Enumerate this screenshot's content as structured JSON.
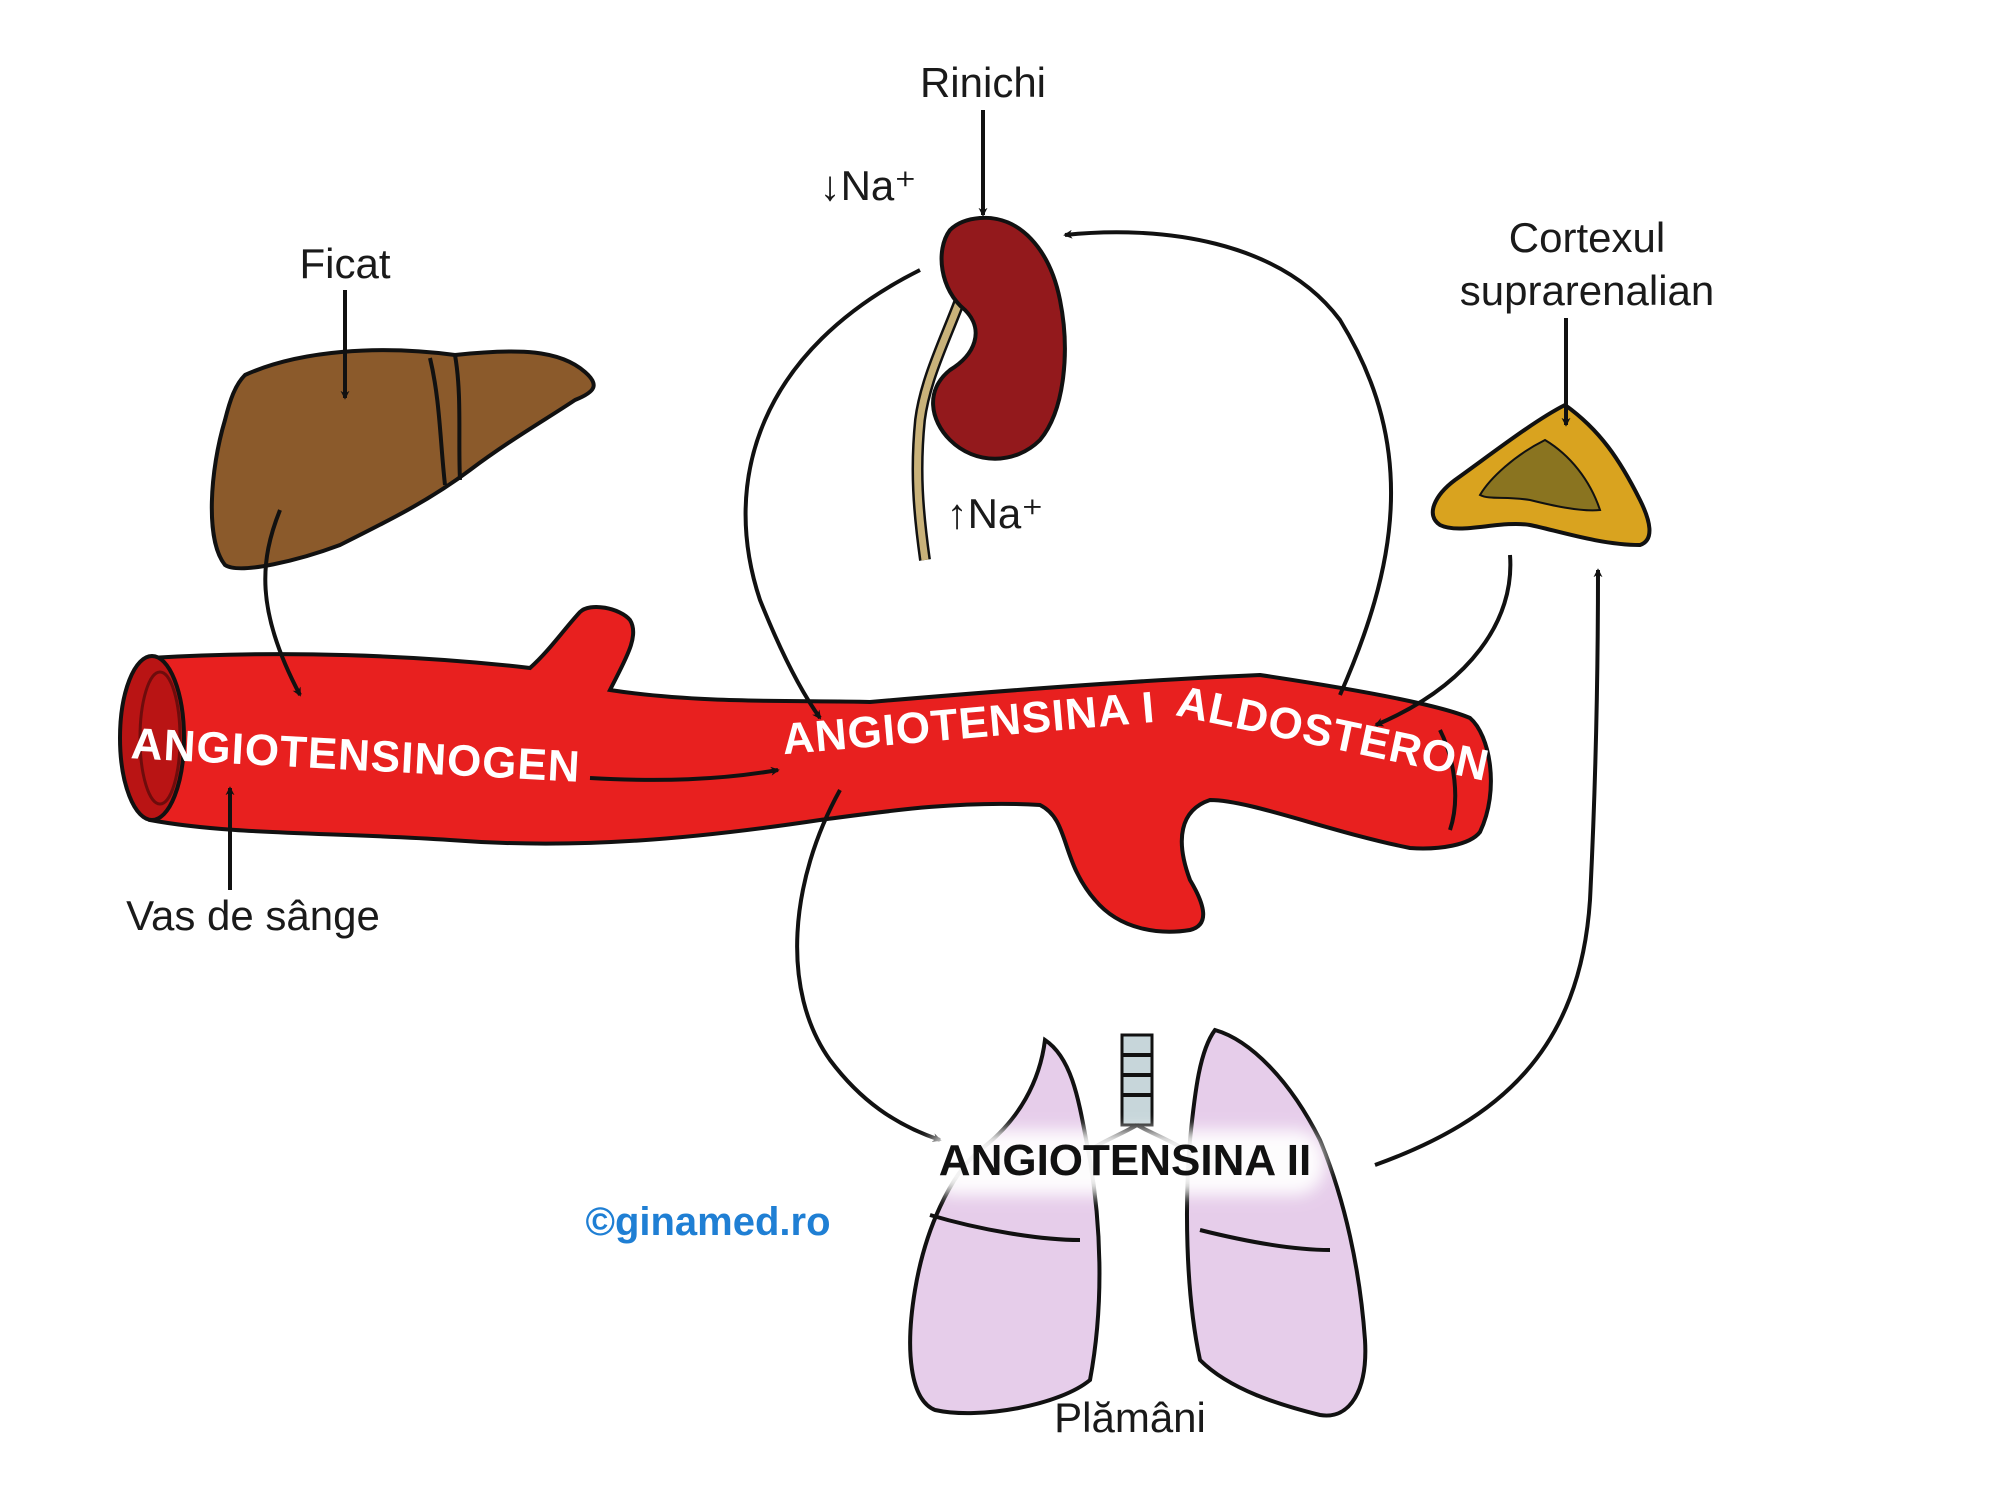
{
  "labels": {
    "liver": "Ficat",
    "kidney": "Rinichi",
    "na_down": "↓Na⁺",
    "na_up": "↑Na⁺",
    "adrenal_line1": "Cortexul",
    "adrenal_line2": "suprarenalian",
    "vessel": "Vas de sânge",
    "lungs": "Plămâni"
  },
  "molecules": {
    "angiotensinogen": "ANGIOTENSINOGEN",
    "angiotensin1": "ANGIOTENSINA I",
    "aldosteron": "ALDOSTERON",
    "angiotensin2": "ANGIOTENSINA II"
  },
  "watermark": "©ginamed.ro",
  "colors": {
    "vessel": "#e8201f",
    "liver": "#8b5a2b",
    "kidney": "#93191c",
    "ureter": "#c9b27a",
    "adrenal": "#d9a31f",
    "lungs": "#e6cdea",
    "trachea": "#c7d6da",
    "watermark": "#1f7fd4"
  }
}
